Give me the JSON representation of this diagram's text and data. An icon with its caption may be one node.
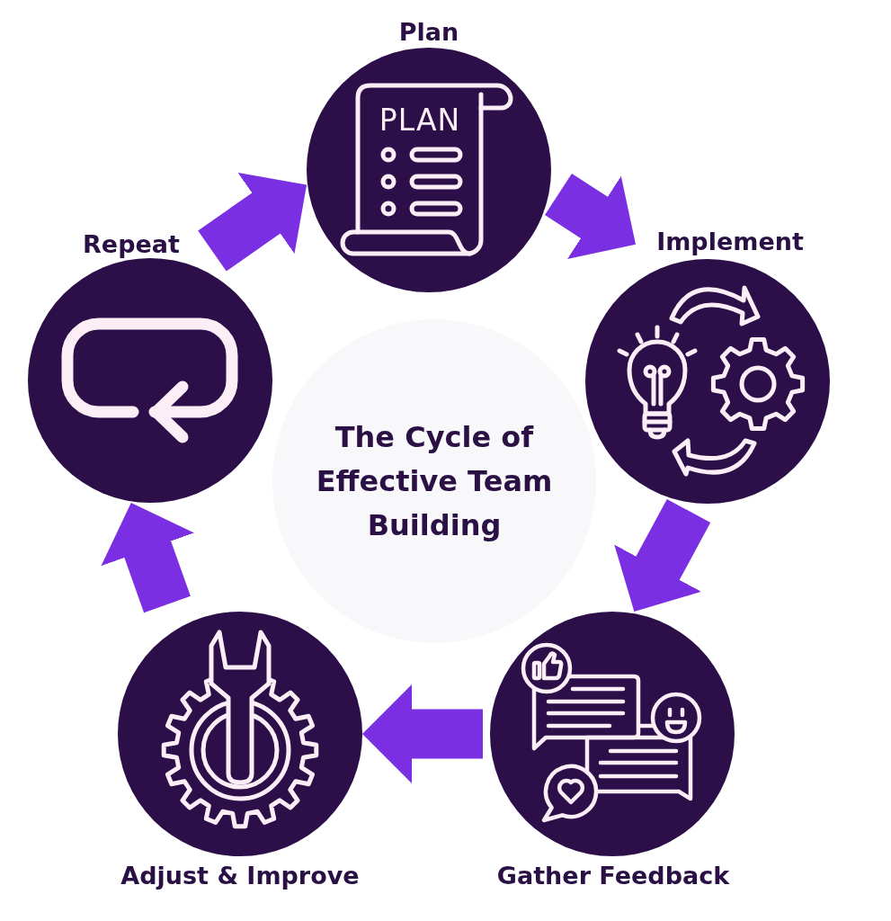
{
  "diagram": {
    "nodes": [
      {
        "text": [
          "The Cycle of Effective Team Building"
        ]
      },
      {
        "text": [
          "Plan",
          "PLAN"
        ]
      },
      {
        "text": [
          "Implement"
        ]
      },
      {
        "text": [
          "Gather Feedback"
        ]
      },
      {
        "text": [
          "Adjust & Improve"
        ]
      },
      {
        "text": [
          "Repeat"
        ]
      }
    ],
    "edges": [
      {
        "from": 1,
        "to": 2,
        "arrow": "to"
      },
      {
        "from": 2,
        "to": 3,
        "arrow": "to"
      },
      {
        "from": 3,
        "to": 4,
        "arrow": "to"
      },
      {
        "from": 4,
        "to": 5,
        "arrow": "to"
      },
      {
        "from": 5,
        "to": 1,
        "arrow": "to"
      }
    ]
  }
}
